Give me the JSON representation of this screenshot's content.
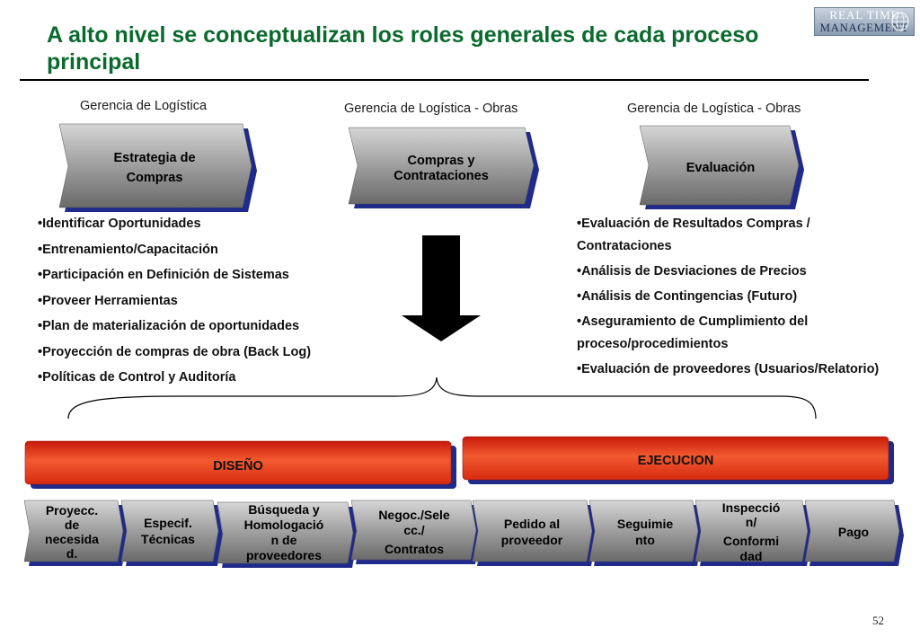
{
  "title": "A alto nivel se conceptualizan los roles generales de cada proceso principal",
  "logo": {
    "line1": "REAL TIME",
    "line2": "MANAGEMENT"
  },
  "departments": {
    "left": "Gerencia de Logística",
    "middle": "Gerencia de Logística - Obras",
    "right": "Gerencia de Logística - Obras"
  },
  "roles": {
    "strategy": [
      "Estrategia de",
      "Compras"
    ],
    "purchases": [
      "Compras y",
      "Contrataciones"
    ],
    "evaluation": [
      "Evaluación"
    ]
  },
  "left_bullets": [
    "•Identificar Oportunidades",
    "•Entrenamiento/Capacitación",
    "•Participación en Definición de Sistemas",
    "•Proveer Herramientas",
    "•Plan de materialización de oportunidades",
    "•Proyección de compras de obra (Back Log)",
    "•Políticas de Control y Auditoría"
  ],
  "right_bullets": [
    "•Evaluación de Resultados Compras / Contrataciones",
    "•Análisis de Desviaciones de Precios",
    "•Análisis de Contingencias (Futuro)",
    "•Aseguramiento de Cumplimiento del proceso/procedimientos",
    "•Evaluación de proveedores (Usuarios/Relatorio)"
  ],
  "phases": {
    "design": "DISEÑO",
    "execution": "EJECUCION"
  },
  "steps": [
    [
      "Proyecc.",
      "de",
      "necesida",
      "d."
    ],
    [
      "Especif.",
      "Técnicas"
    ],
    [
      "Búsqueda y",
      "Homologació",
      "n de",
      "proveedores"
    ],
    [
      "Negoc./Sele",
      "cc./",
      "Contratos"
    ],
    [
      "Pedido al",
      "proveedor"
    ],
    [
      "Seguimie",
      "nto"
    ],
    [
      "Inspecció",
      "n/",
      "Conformi",
      "dad"
    ],
    [
      "Pago"
    ]
  ],
  "page_number": "52",
  "colors": {
    "title": "#0a6a2e",
    "phase_red": "#e03a1c",
    "chevron_gray": "#8c8c8c",
    "chevron_shadow": "#1f2a8a"
  }
}
